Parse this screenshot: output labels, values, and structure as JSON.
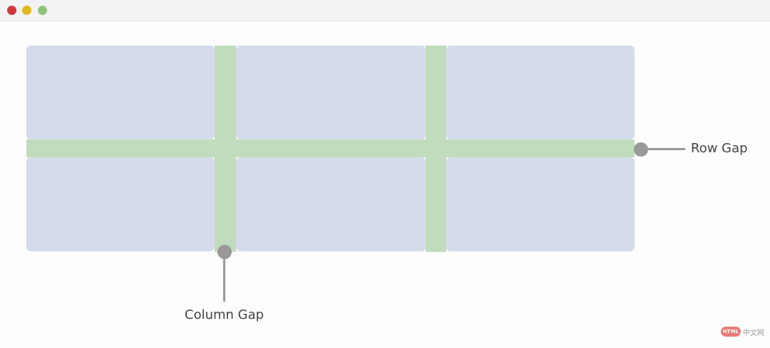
{
  "window": {
    "controls": [
      {
        "name": "close",
        "color": "#d1393a"
      },
      {
        "name": "minimize",
        "color": "#e3b81c"
      },
      {
        "name": "zoom",
        "color": "#8fc47c"
      }
    ]
  },
  "colors": {
    "cell": "#d5dbea",
    "gap": "#c1dcbc",
    "marker": "#999999",
    "leader": "#999999",
    "label": "#444444",
    "watermark_badge": "#e87b78"
  },
  "grid": {
    "columns": 3,
    "rows": 2
  },
  "annotations": {
    "row_gap": "Row Gap",
    "column_gap": "Column Gap"
  },
  "watermark": {
    "badge": "HTML",
    "text": "中文网"
  }
}
